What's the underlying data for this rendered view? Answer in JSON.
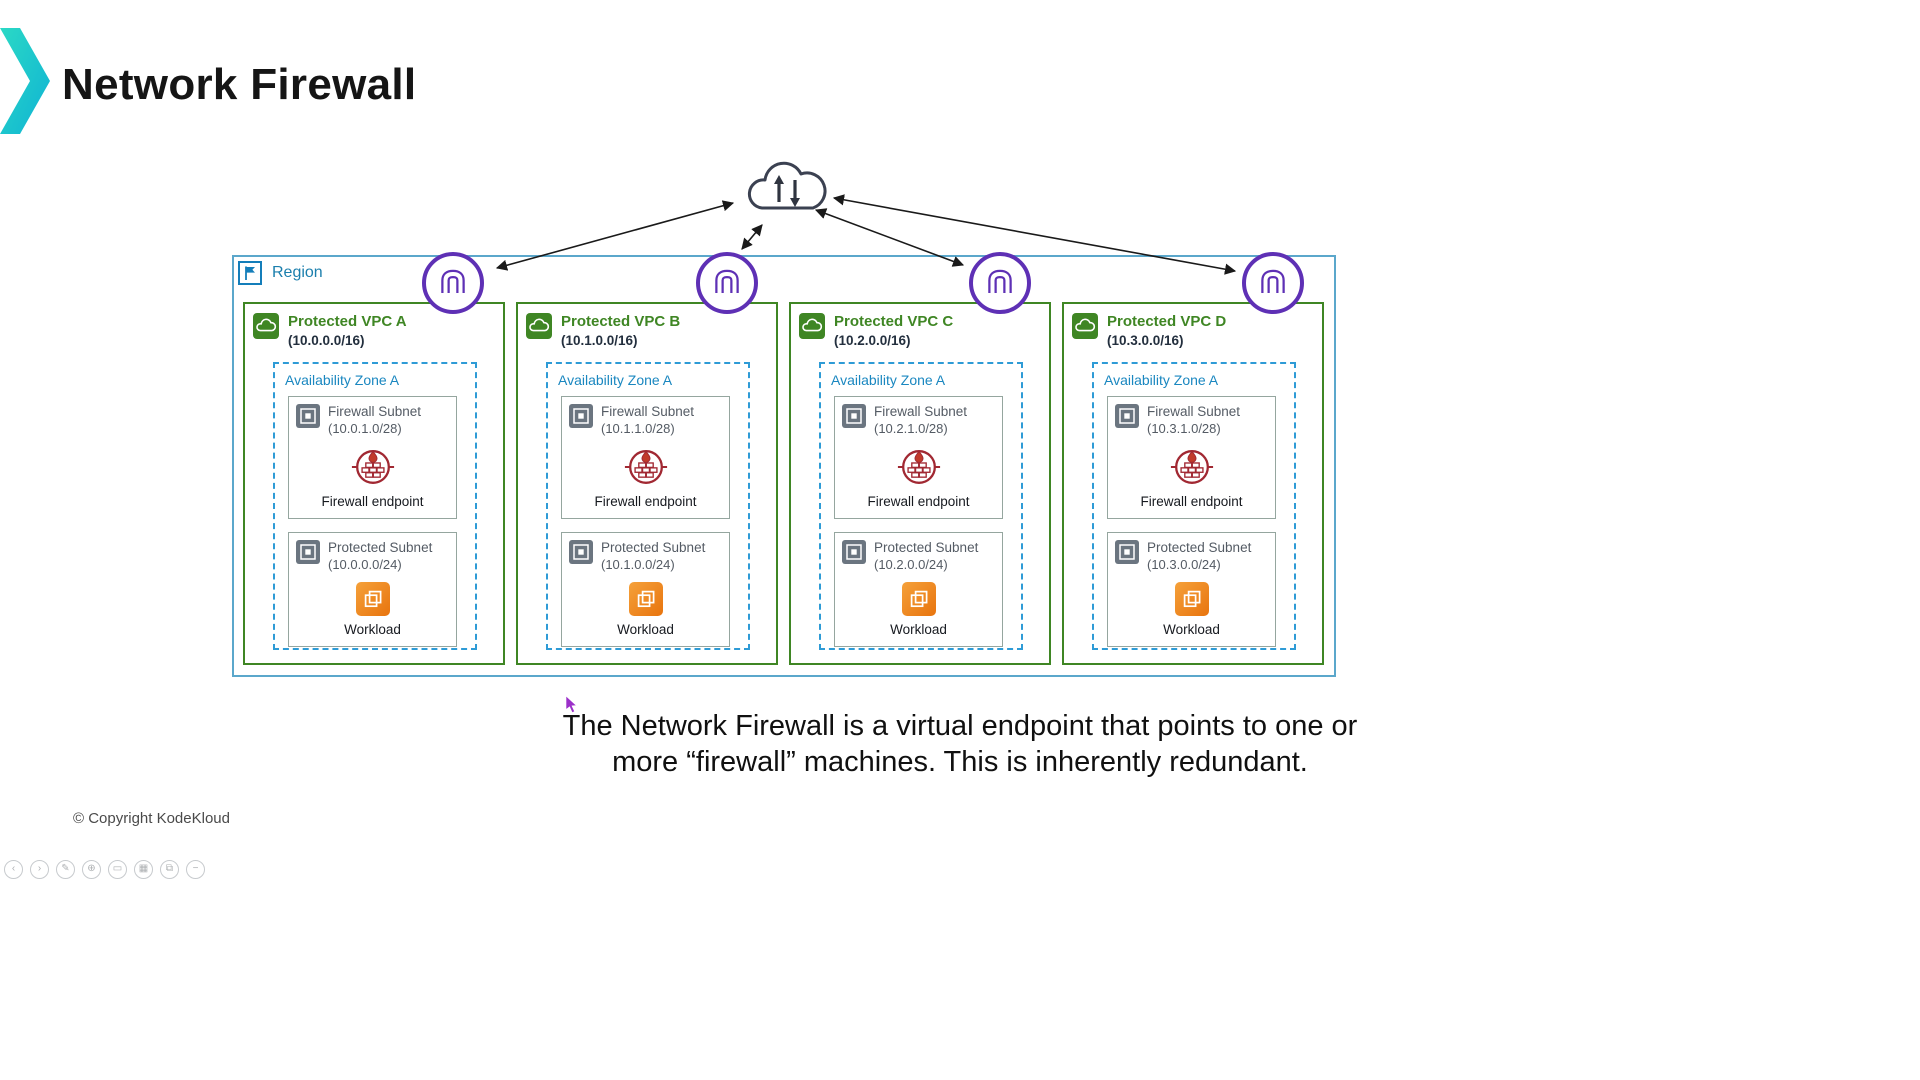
{
  "header": {
    "title": "Network Firewall"
  },
  "diagram": {
    "region_label": "Region",
    "internet_icon": "cloud-with-up-down-arrows",
    "endpoint_icon": "gateway-vpc-endpoint",
    "vpcs": [
      {
        "name": "Protected VPC A",
        "cidr": "(10.0.0.0/16)",
        "az_label": "Availability Zone A",
        "firewall_subnet": {
          "name": "Firewall Subnet",
          "cidr": "(10.0.1.0/28)"
        },
        "firewall_endpoint_label": "Firewall endpoint",
        "protected_subnet": {
          "name": "Protected Subnet",
          "cidr": "(10.0.0.0/24)"
        },
        "workload_label": "Workload"
      },
      {
        "name": "Protected VPC B",
        "cidr": "(10.1.0.0/16)",
        "az_label": "Availability Zone A",
        "firewall_subnet": {
          "name": "Firewall Subnet",
          "cidr": "(10.1.1.0/28)"
        },
        "firewall_endpoint_label": "Firewall endpoint",
        "protected_subnet": {
          "name": "Protected Subnet",
          "cidr": "(10.1.0.0/24)"
        },
        "workload_label": "Workload"
      },
      {
        "name": "Protected VPC C",
        "cidr": "(10.2.0.0/16)",
        "az_label": "Availability Zone A",
        "firewall_subnet": {
          "name": "Firewall Subnet",
          "cidr": "(10.2.1.0/28)"
        },
        "firewall_endpoint_label": "Firewall endpoint",
        "protected_subnet": {
          "name": "Protected Subnet",
          "cidr": "(10.2.0.0/24)"
        },
        "workload_label": "Workload"
      },
      {
        "name": "Protected VPC D",
        "cidr": "(10.3.0.0/16)",
        "az_label": "Availability Zone A",
        "firewall_subnet": {
          "name": "Firewall Subnet",
          "cidr": "(10.3.1.0/28)"
        },
        "firewall_endpoint_label": "Firewall endpoint",
        "protected_subnet": {
          "name": "Protected Subnet",
          "cidr": "(10.3.0.0/24)"
        },
        "workload_label": "Workload"
      }
    ]
  },
  "caption": {
    "line1": "The Network Firewall is a virtual endpoint that points to one or",
    "line2": "more “firewall” machines. This is inherently redundant."
  },
  "footer": {
    "copyright": "© Copyright KodeKloud"
  },
  "player": {
    "icons": [
      {
        "name": "previous",
        "glyph": "‹"
      },
      {
        "name": "next",
        "glyph": "›"
      },
      {
        "name": "pen",
        "glyph": "✎"
      },
      {
        "name": "zoom",
        "glyph": "⊕"
      },
      {
        "name": "screen",
        "glyph": "▭"
      },
      {
        "name": "grid",
        "glyph": "▦"
      },
      {
        "name": "copy",
        "glyph": "⧉"
      },
      {
        "name": "minimize",
        "glyph": "−"
      }
    ]
  },
  "colors": {
    "accent_teal": "#14C6D6",
    "vpc_green": "#3F8624",
    "region_blue": "#147EBA",
    "az_blue": "#2E9BD6",
    "endpoint_purple": "#5E30B5",
    "firewall_red": "#A12832",
    "workload_orange": "#ED7100",
    "subnet_gray": "#6B7580"
  }
}
